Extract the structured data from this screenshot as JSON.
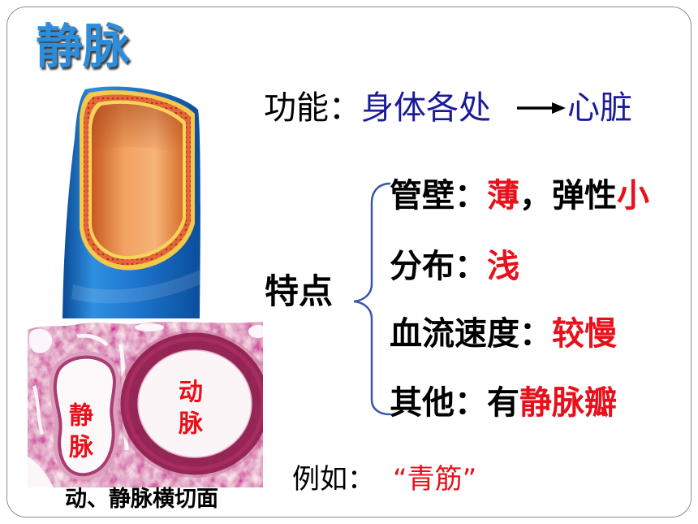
{
  "slide": {
    "title": "静脉",
    "function_line": {
      "label": "功能：",
      "from": "身体各处",
      "to": "心脏"
    },
    "features": {
      "label": "特点",
      "items": [
        {
          "label": "管壁：",
          "segments": [
            {
              "text": "薄",
              "highlight": true
            },
            {
              "text": "，弹性",
              "highlight": false
            },
            {
              "text": "小",
              "highlight": true
            }
          ]
        },
        {
          "label": "分布：",
          "segments": [
            {
              "text": "浅",
              "highlight": true
            }
          ]
        },
        {
          "label": "血流速度：",
          "segments": [
            {
              "text": "较慢",
              "highlight": true
            }
          ]
        },
        {
          "label": "其他：",
          "segments": [
            {
              "text": "有",
              "highlight": false
            },
            {
              "text": "静脉瓣",
              "highlight": true
            }
          ]
        }
      ]
    },
    "example": {
      "label": "例如：",
      "value": "“青筋”"
    }
  },
  "micrograph": {
    "artery_label": "动脉",
    "vein_label": "静脉",
    "caption": "动、静脉横切面"
  },
  "colors": {
    "title": "#2d8ddb",
    "title_shadow": "#3a3a3a",
    "body_text": "#000000",
    "navy_text": "#1b1b9a",
    "highlight": "#e8101a",
    "bracket": "#3a56a4",
    "frame": "#8c8c8c"
  },
  "icons": {
    "flow_arrow": "right-arrow-icon",
    "feature_bracket": "curly-brace-icon"
  }
}
